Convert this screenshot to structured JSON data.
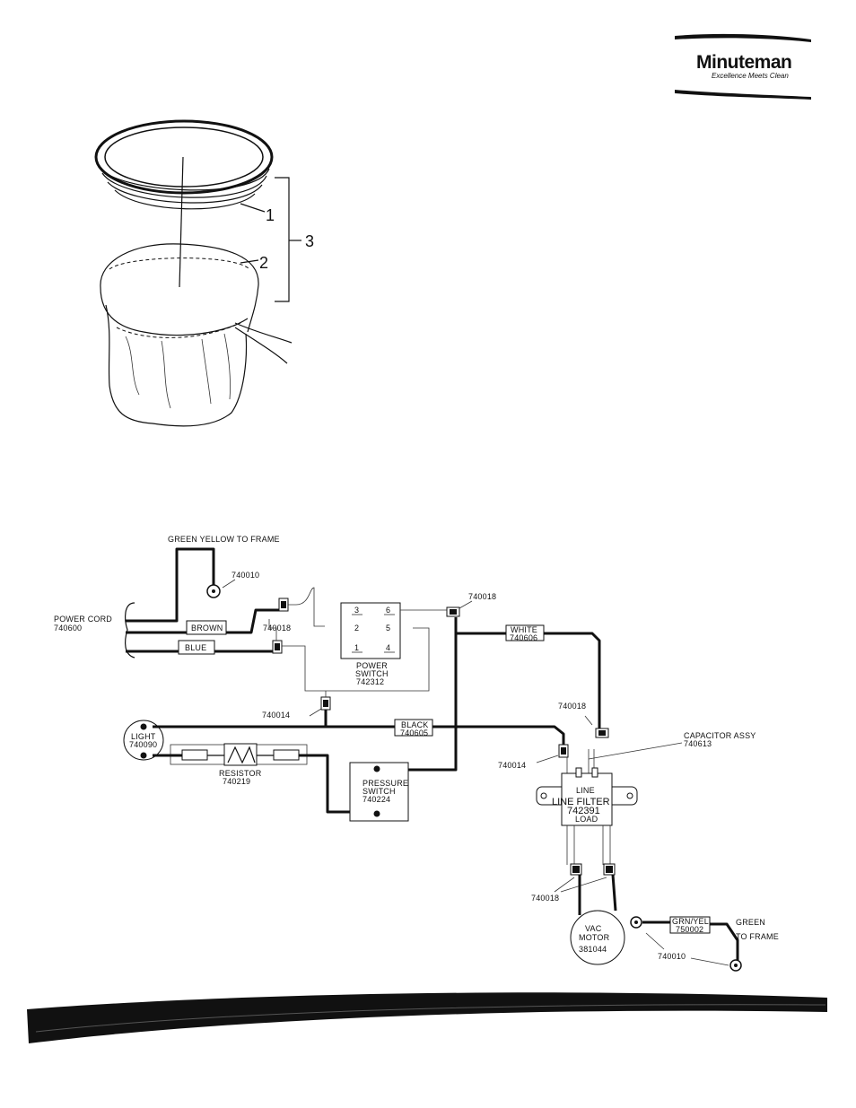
{
  "logo": {
    "wordmark": "Minuteman",
    "tagline": "Excellence Meets Clean"
  },
  "filter_callouts": {
    "c1": "1",
    "c2": "2",
    "c3": "3"
  },
  "wiring": {
    "green_yellow_to_frame": "GREEN YELLOW TO FRAME",
    "ground_top": "740010",
    "power_cord_label": "POWER CORD",
    "power_cord_part": "740600",
    "brown": "BROWN",
    "blue": "BLUE",
    "conn_left": "740018",
    "conn_top_right": "740018",
    "switch_terms": [
      "3",
      "6",
      "2",
      "5",
      "1",
      "4"
    ],
    "power_switch_line1": "POWER",
    "power_switch_line2": "SWITCH",
    "power_switch_part": "742312",
    "white": "WHITE",
    "white_part": "740606",
    "conn_mid": "740014",
    "light": "LIGHT",
    "light_part": "740090",
    "black": "BLACK",
    "black_part": "740605",
    "conn_right": "740018",
    "capacitor": "CAPACITOR ASSY",
    "capacitor_part": "740613",
    "conn_right_low": "740014",
    "resistor": "RESISTOR",
    "resistor_part": "740219",
    "pressure_line1": "PRESSURE",
    "pressure_line2": "SWITCH",
    "pressure_part": "740224",
    "line": "LINE",
    "line_filter": "LINE FILTER",
    "line_filter_part": "742391",
    "load": "LOAD",
    "conn_bottom": "740018",
    "vac": "VAC",
    "motor": "MOTOR",
    "motor_part": "381044",
    "grn_yel": "GRN/YEL",
    "grn_yel_part": "750002",
    "green": "GREEN",
    "to_frame": "TO FRAME",
    "ground_bottom": "740010"
  }
}
